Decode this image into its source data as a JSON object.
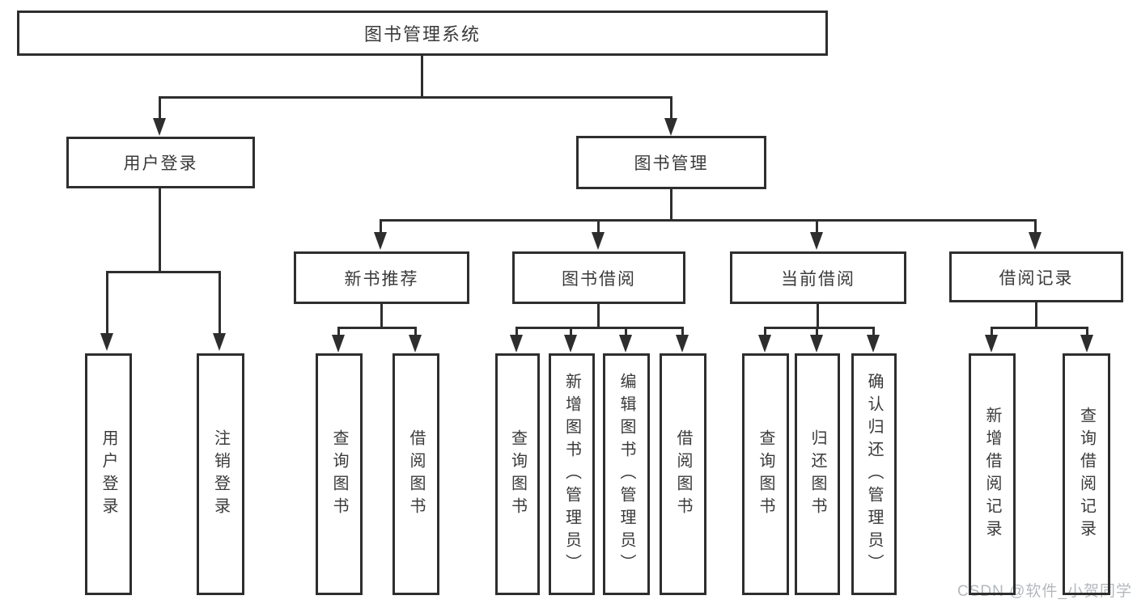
{
  "diagram": {
    "root": "图书管理系统",
    "level2": {
      "user_login": "用户登录",
      "book_management": "图书管理"
    },
    "level3": {
      "new_book_recommendation": "新书推荐",
      "book_borrowing": "图书借阅",
      "current_borrowing": "当前借阅",
      "borrowing_records": "借阅记录"
    },
    "leaves": {
      "user_login": "用户登录",
      "logout": "注销登录",
      "nb_query_books": "查询图书",
      "nb_borrow_books": "借阅图书",
      "bb_query_books": "查询图书",
      "bb_add_books_admin": "新增图书（管理员）",
      "bb_edit_books_admin": "编辑图书（管理员）",
      "bb_borrow_books": "借阅图书",
      "cb_query_books": "查询图书",
      "cb_return_books": "归还图书",
      "cb_confirm_return_admin": "确认归还（管理员）",
      "br_add_record": "新增借阅记录",
      "br_query_record": "查询借阅记录"
    }
  },
  "watermark": "CSDN @软件_小贺同学",
  "colors": {
    "line": "#2e2e2e",
    "text": "#3a3a3a",
    "watermark": "#b4b8bd",
    "background": "#ffffff"
  }
}
